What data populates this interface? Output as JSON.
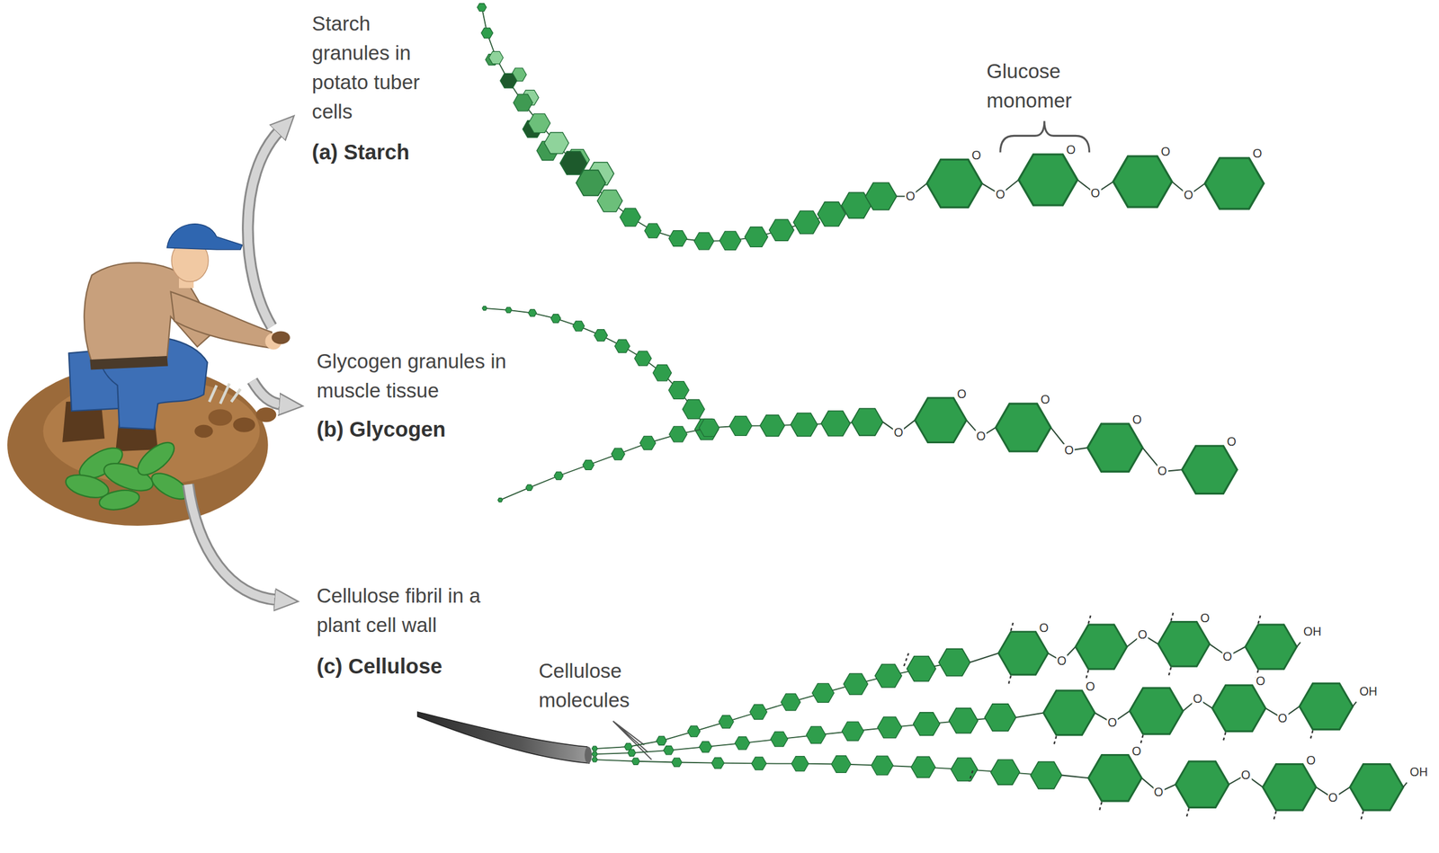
{
  "diagram": {
    "labels": [
      "Starch granules in potato tuber cells",
      "(a) Starch",
      "Glucose monomer",
      "Glycogen granules in muscle tissue",
      "(b) Glycogen",
      "Cellulose fibril in a plant cell wall",
      "(c) Cellulose",
      "Cellulose molecules",
      "O",
      "O",
      "O",
      "O",
      "O",
      "O",
      "O",
      "O",
      "O",
      "O",
      "O",
      "O",
      "O",
      "O",
      "O",
      "O",
      "O",
      "O",
      "O",
      "O",
      "O",
      "OH",
      "O",
      "O",
      "O",
      "O",
      "O",
      "OH",
      "O",
      "O",
      "O",
      "O",
      "O",
      "OH"
    ]
  }
}
